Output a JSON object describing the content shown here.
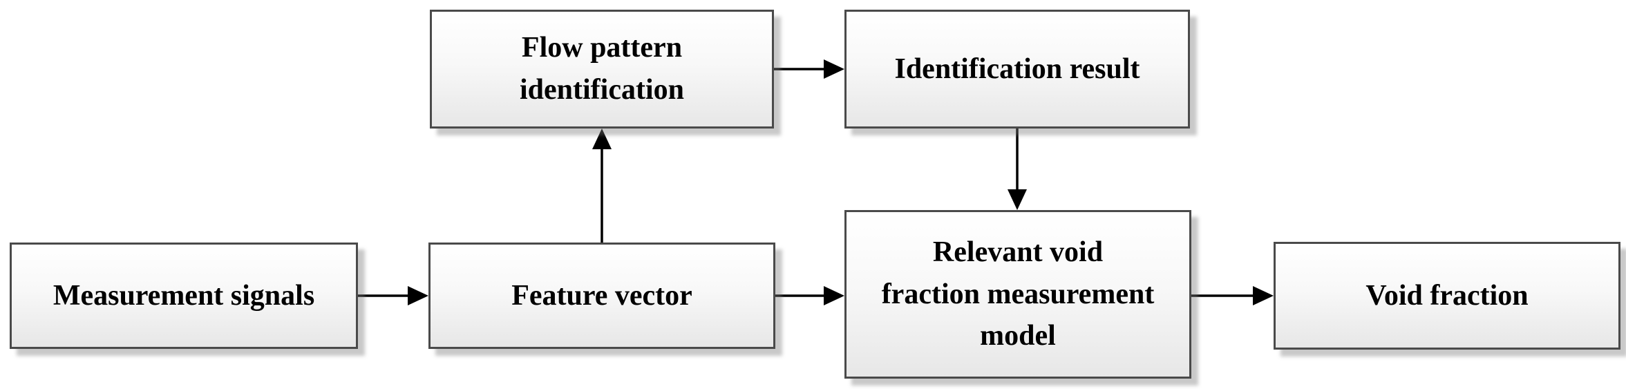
{
  "diagram": {
    "type": "flowchart",
    "boxes": {
      "measurement_signals": {
        "label": "Measurement signals"
      },
      "feature_vector": {
        "label": "Feature vector"
      },
      "flow_pattern_identification": {
        "label": "Flow pattern\nidentification"
      },
      "identification_result": {
        "label": "Identification result"
      },
      "relevant_model": {
        "label": "Relevant void\nfraction measurement\nmodel"
      },
      "void_fraction": {
        "label": "Void fraction"
      }
    },
    "connections": [
      {
        "from": "measurement_signals",
        "to": "feature_vector",
        "direction": "right"
      },
      {
        "from": "feature_vector",
        "to": "flow_pattern_identification",
        "direction": "up"
      },
      {
        "from": "flow_pattern_identification",
        "to": "identification_result",
        "direction": "right"
      },
      {
        "from": "identification_result",
        "to": "relevant_model",
        "direction": "down"
      },
      {
        "from": "feature_vector",
        "to": "relevant_model",
        "direction": "right"
      },
      {
        "from": "relevant_model",
        "to": "void_fraction",
        "direction": "right"
      }
    ],
    "colors": {
      "background": "#ffffff",
      "box_border": "#4a4a4a",
      "box_fill_top": "#ffffff",
      "box_fill_bottom": "#e7e7e7",
      "box_shadow": "#9a9a9a",
      "arrow": "#000000",
      "text": "#000000"
    }
  }
}
